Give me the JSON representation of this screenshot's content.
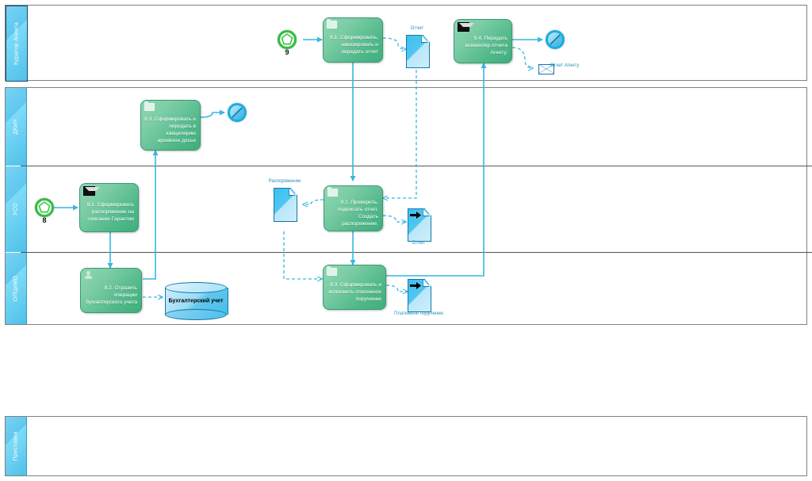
{
  "diagram": {
    "title": "BPMN Process Diagram",
    "colors": {
      "lane_header": "#5ec7ef",
      "task_fill": "#52b98a",
      "task_border": "#3a9a72",
      "document_fill": "#4fc6f0",
      "document_border": "#1477a8",
      "start_event": "#2fbf3f",
      "end_event": "#1aaee0",
      "connector": "#39b6e3",
      "pool_border": "#808080"
    }
  },
  "pools": [
    {
      "name": "main-pool",
      "lanes": [
        {
          "id": "lane-kurator",
          "label": "Куратор Агента"
        },
        {
          "id": "lane-dkin",
          "label": "ДКиН"
        },
        {
          "id": "lane-uso",
          "label": "УСО"
        },
        {
          "id": "lane-opcimo",
          "label": "ОПЦиМО"
        }
      ]
    },
    {
      "name": "secondary-pool",
      "lanes": [
        {
          "id": "lane-pristavka",
          "label": "Приставка"
        }
      ]
    }
  ],
  "events": [
    {
      "id": "start-9",
      "type": "start",
      "marker": "signal",
      "label": "9",
      "lane": "lane-kurator"
    },
    {
      "id": "end-9",
      "type": "end",
      "marker": "terminate",
      "label": "",
      "lane": "lane-kurator"
    },
    {
      "id": "start-8",
      "type": "start",
      "marker": "signal",
      "label": "8",
      "lane": "lane-uso"
    },
    {
      "id": "end-8",
      "type": "end",
      "marker": "terminate",
      "label": "",
      "lane": "lane-dkin"
    }
  ],
  "tasks": [
    {
      "id": "task-9-1",
      "lane": "lane-kurator",
      "icon": "folder-icon",
      "label": "9.1. Сформировать, завизировать и передать отчет"
    },
    {
      "id": "task-9-4",
      "lane": "lane-kurator",
      "icon": "envelope-icon",
      "label": "9.4. Передать экземпляр отчета Агенту."
    },
    {
      "id": "task-8-3",
      "lane": "lane-dkin",
      "icon": "folder-icon",
      "label": "8.3. Сформировать и передать в канцелярию архивное досье"
    },
    {
      "id": "task-8-1",
      "lane": "lane-uso",
      "icon": "envelope-icon",
      "label": "8.1. Сформировать распоряжение на списание Гарантии"
    },
    {
      "id": "task-9-2",
      "lane": "lane-uso",
      "icon": "folder-icon",
      "label": "9.2. Проверить, подписать отчет. Создать распоряжение."
    },
    {
      "id": "task-8-2",
      "lane": "lane-opcimo",
      "icon": "person-icon",
      "label": "8.2. Отразить операции бухгалтерского учета"
    },
    {
      "id": "task-9-3",
      "lane": "lane-opcimo",
      "icon": "folder-icon",
      "label": "9.3. Сформировать и исполнить платежное поручение"
    }
  ],
  "data_objects": [
    {
      "id": "doc-otchet-1",
      "type": "document",
      "label": "Отчет",
      "lane": "lane-kurator",
      "marker": "none"
    },
    {
      "id": "msg-otchet-agentu",
      "type": "message",
      "label": "Отчет Агенту",
      "lane": "lane-kurator"
    },
    {
      "id": "doc-rasporyazhenie",
      "type": "document",
      "label": "Распоряжение",
      "lane": "lane-uso",
      "marker": "none"
    },
    {
      "id": "doc-otchet-2",
      "type": "document",
      "label": "Отчет",
      "lane": "lane-uso",
      "marker": "output-arrow"
    },
    {
      "id": "doc-platezhnoe",
      "type": "document",
      "label": "Платежное поручение",
      "lane": "lane-opcimo",
      "marker": "output-arrow"
    },
    {
      "id": "db-buhuchet",
      "type": "datastore",
      "label": "Бухгалтерский учет",
      "lane": "lane-opcimo"
    }
  ]
}
